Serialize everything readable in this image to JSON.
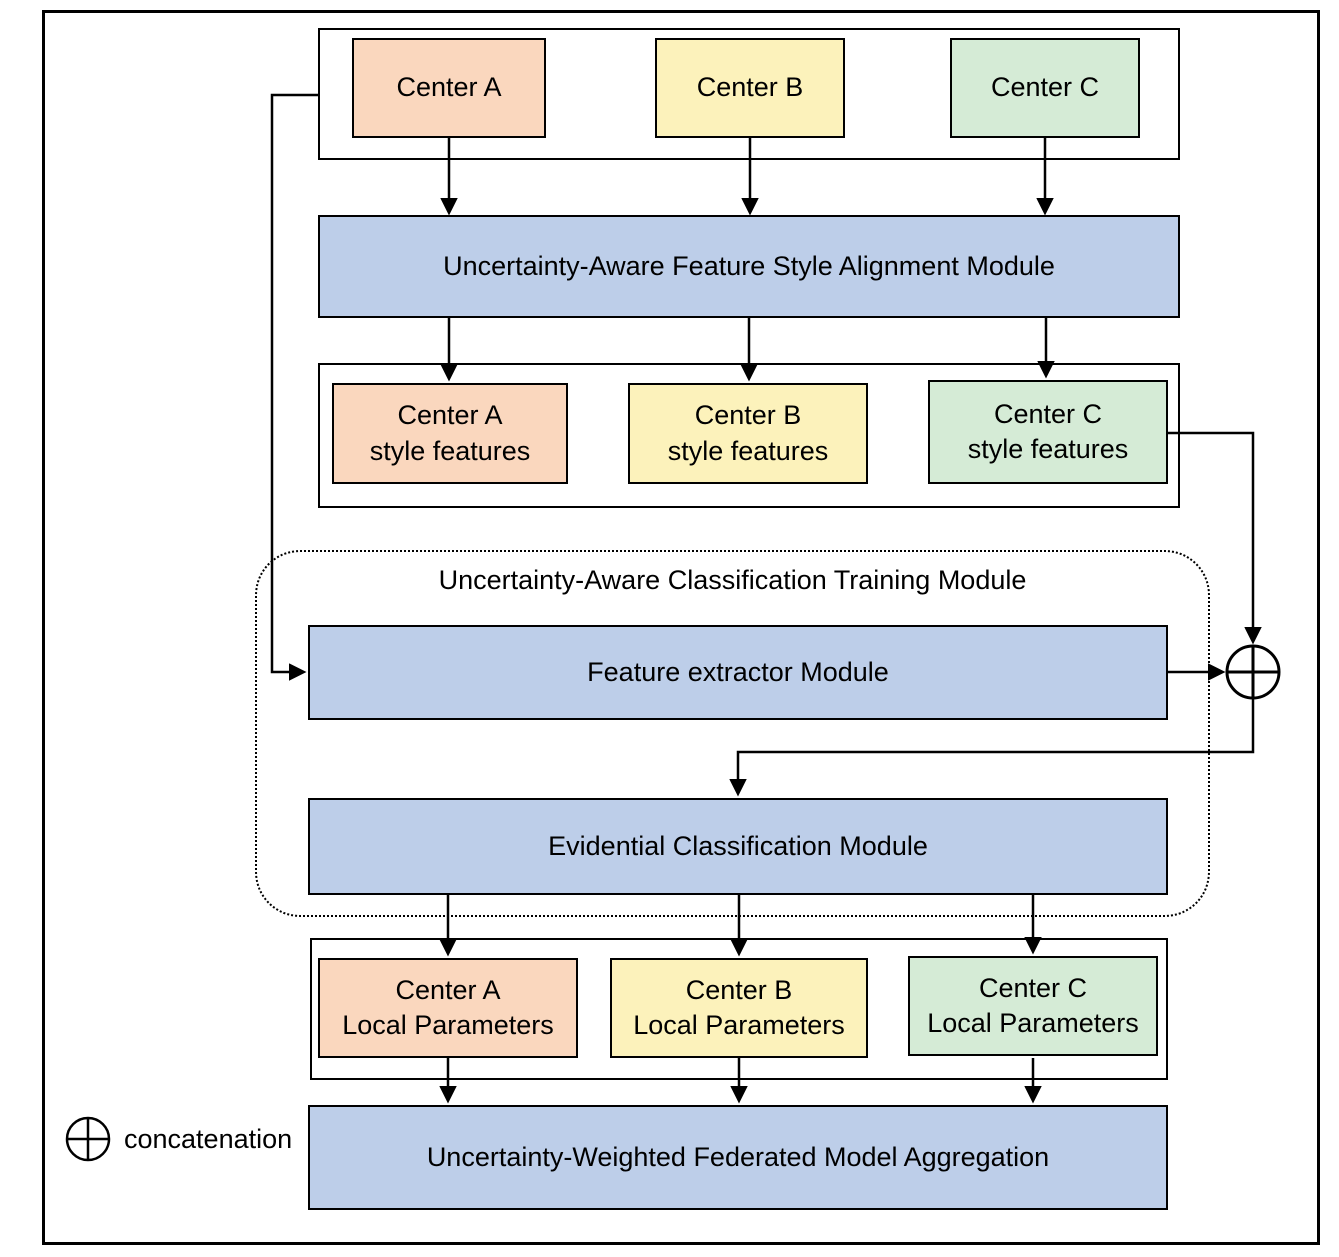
{
  "diagram": {
    "centers_row": {
      "items": [
        {
          "label": "Center A",
          "color": "#FAD7BE"
        },
        {
          "label": "Center B",
          "color": "#FCF2BB"
        },
        {
          "label": "Center C",
          "color": "#D5EBD6"
        }
      ]
    },
    "style_alignment_module": {
      "label": "Uncertainty-Aware Feature Style Alignment Module",
      "color": "#BDCEE9"
    },
    "style_features_row": {
      "items": [
        {
          "line1": "Center A",
          "line2": "style features",
          "color": "#FAD7BE"
        },
        {
          "line1": "Center B",
          "line2": "style features",
          "color": "#FCF2BB"
        },
        {
          "line1": "Center C",
          "line2": "style features",
          "color": "#D5EBD6"
        }
      ]
    },
    "training_module": {
      "title": "Uncertainty-Aware Classification Training Module",
      "feature_extractor_label": "Feature extractor Module",
      "evidential_label": "Evidential Classification  Module"
    },
    "local_parameters_row": {
      "items": [
        {
          "line1": "Center A",
          "line2": "Local Parameters",
          "color": "#FAD7BE"
        },
        {
          "line1": "Center B",
          "line2": "Local Parameters",
          "color": "#FCF2BB"
        },
        {
          "line1": "Center C",
          "line2": "Local Parameters",
          "color": "#D5EBD6"
        }
      ]
    },
    "aggregation_module": {
      "label": "Uncertainty-Weighted Federated Model Aggregation",
      "color": "#BDCEE9"
    },
    "legend": {
      "symbol_icon": "circle-plus-icon",
      "label": "concatenation"
    },
    "colors": {
      "line": "#000000",
      "border": "#000000",
      "background": "#FFFFFF"
    }
  }
}
